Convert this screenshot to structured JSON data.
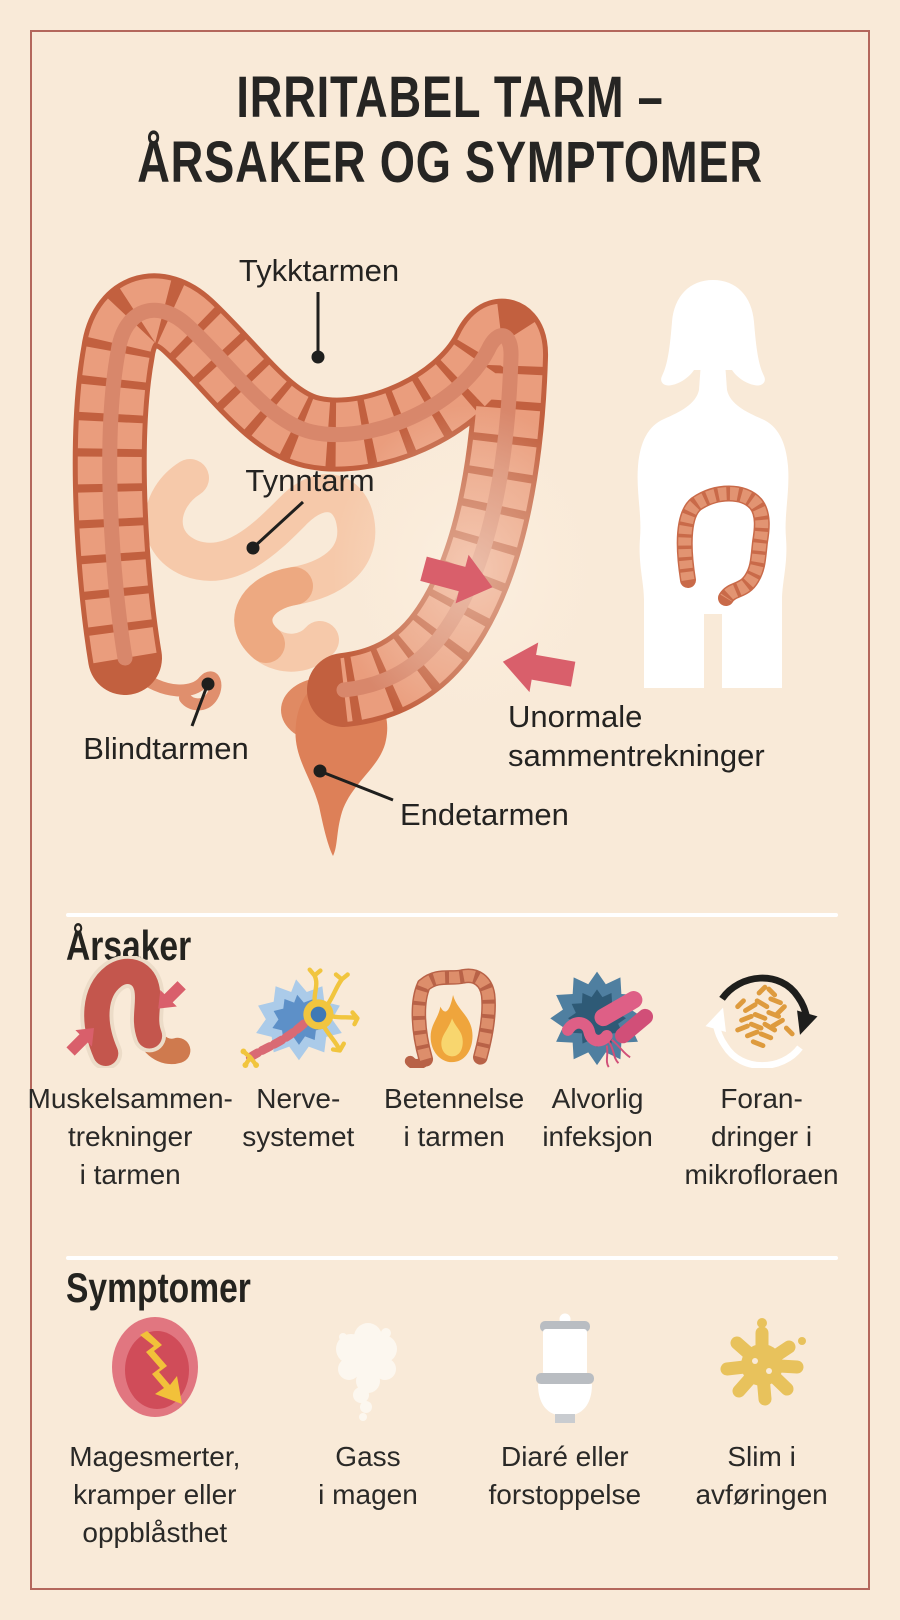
{
  "title": {
    "line1": "IRRITABEL TARM –",
    "line2": "ÅRSAKER OG SYMPTOMER"
  },
  "anatomy": {
    "labels": {
      "tykktarmen": "Tykktarmen",
      "tynntarm": "Tynntarm",
      "blindtarmen": "Blindtarmen",
      "endetarmen": "Endetarmen",
      "unormale": "Unormale\nsammentrekninger"
    }
  },
  "causes": {
    "heading": "Årsaker",
    "items": [
      {
        "icon": "muscle-contraction-icon",
        "label": "Muskelsammen-\ntrekninger\ni tarmen"
      },
      {
        "icon": "nervous-system-icon",
        "label": "Nerve-\nsystemet"
      },
      {
        "icon": "bowel-inflammation-icon",
        "label": "Betennelse\ni tarmen"
      },
      {
        "icon": "severe-infection-icon",
        "label": "Alvorlig\ninfeksjon"
      },
      {
        "icon": "microflora-change-icon",
        "label": "Foran-\ndringer i\nmikrofloraen"
      }
    ]
  },
  "symptoms": {
    "heading": "Symptomer",
    "items": [
      {
        "icon": "stomach-pain-icon",
        "label": "Magesmerter,\nkramper eller\noppblåsthet"
      },
      {
        "icon": "gas-icon",
        "label": "Gass\ni magen"
      },
      {
        "icon": "toilet-icon",
        "label": "Diaré eller\nforstoppelse"
      },
      {
        "icon": "mucus-icon",
        "label": "Slim i\navføringen"
      }
    ]
  },
  "colors": {
    "background": "#f9ead8",
    "frame": "#b4675c",
    "text": "#262523",
    "divider": "#ffffff",
    "arrow": "#d95f6b",
    "colon_dark": "#c2603f",
    "colon_light": "#ea9d7d"
  }
}
